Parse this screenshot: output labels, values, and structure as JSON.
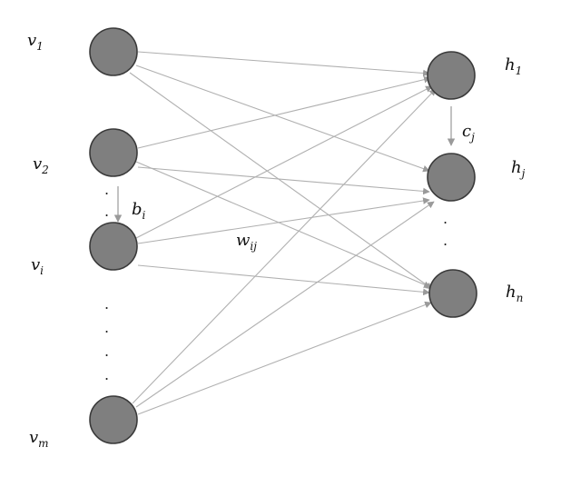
{
  "visible_nodes": [
    {
      "id": "v1",
      "base": "v",
      "sub": "1"
    },
    {
      "id": "v2",
      "base": "v",
      "sub": "2"
    },
    {
      "id": "vi",
      "base": "v",
      "sub": "i"
    },
    {
      "id": "vm",
      "base": "v",
      "sub": "m"
    }
  ],
  "hidden_nodes": [
    {
      "id": "h1",
      "base": "h",
      "sub": "1"
    },
    {
      "id": "hj",
      "base": "h",
      "sub": "j"
    },
    {
      "id": "hn",
      "base": "h",
      "sub": "n"
    }
  ],
  "weight_label": {
    "base": "w",
    "sub": "ij"
  },
  "visible_bias_label": {
    "base": "b",
    "sub": "i"
  },
  "hidden_bias_label": {
    "base": "c",
    "sub": "j"
  },
  "ellipsis": ".",
  "colors": {
    "node_fill": "#7f7f7f",
    "node_stroke": "#3a3a3a",
    "edge": "#b0b0b0",
    "text": "#111111"
  }
}
